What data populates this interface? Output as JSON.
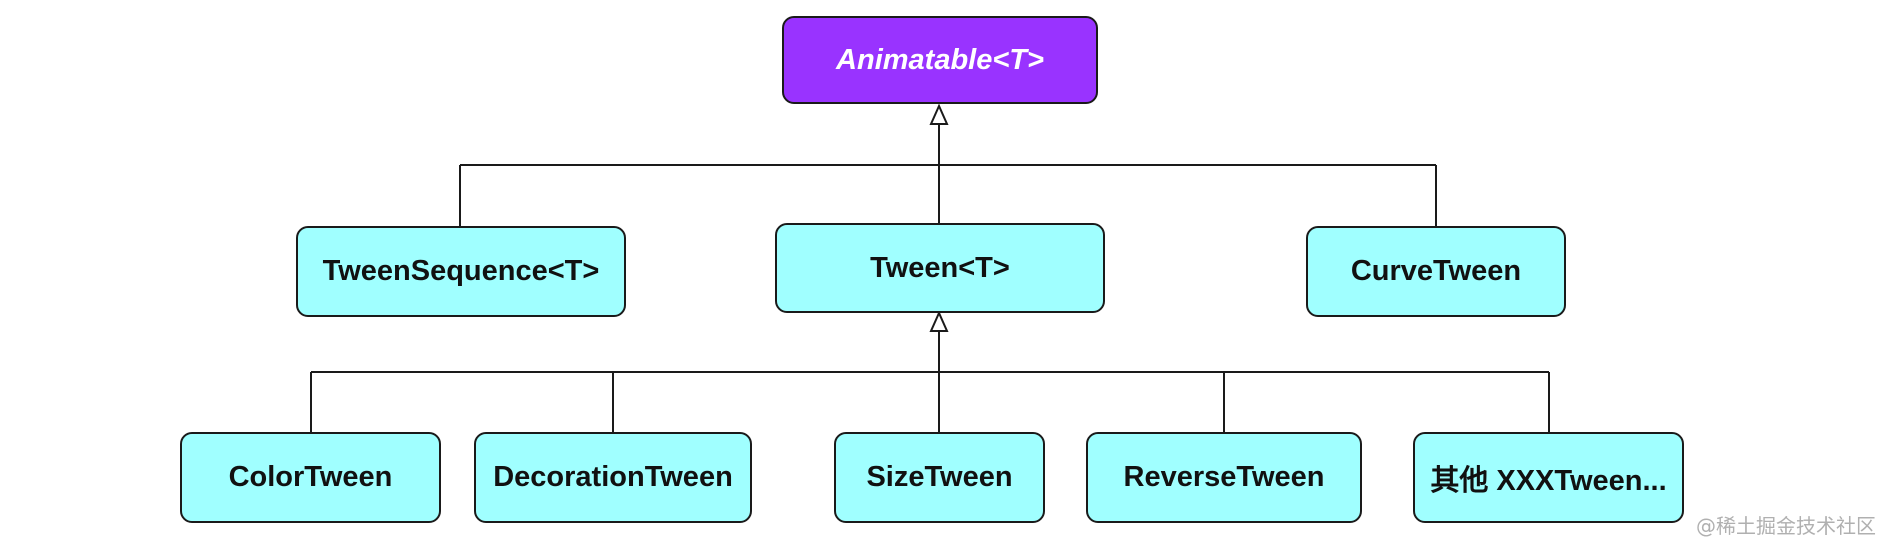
{
  "colors": {
    "root_fill": "#9933ff",
    "node_fill": "#a0ffff",
    "border": "#1a1a1a",
    "line": "#1a1a1a"
  },
  "nodes": {
    "animatable": "Animatable<T>",
    "tween_sequence": "TweenSequence<T>",
    "tween": "Tween<T>",
    "curve_tween": "CurveTween",
    "color_tween": "ColorTween",
    "decoration_tween": "DecorationTween",
    "size_tween": "SizeTween",
    "reverse_tween": "ReverseTween",
    "other_tween": "其他 XXXTween..."
  },
  "watermark": "@稀土掘金技术社区"
}
